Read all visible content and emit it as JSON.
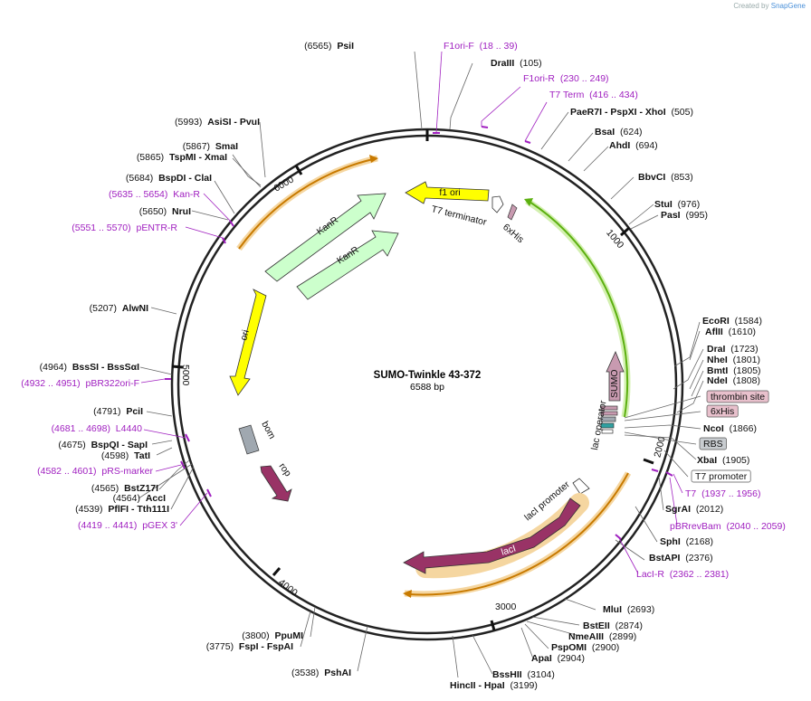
{
  "credit": {
    "prefix": "Created by",
    "brand": "SnapGene"
  },
  "plasmid": {
    "name": "SUMO-Twinkle 43-372",
    "length": "6588 bp"
  },
  "ticks": [
    "1000",
    "2000",
    "3000",
    "4000",
    "5000",
    "6000"
  ],
  "features": {
    "f1ori": "f1 ori",
    "t7term": "T7 terminator",
    "his": "6xHis",
    "kanr1": "KanR",
    "kanr2": "KanR",
    "ori": "ori",
    "bom": "bom",
    "rop": "rop",
    "sumo": "SUMO",
    "lacop": "lac operator",
    "lacprom": "lacI promoter",
    "laci": "lacI"
  },
  "labels": [
    {
      "id": "psi",
      "a": "(6565)",
      "b": "PsiI"
    },
    {
      "id": "f1orif",
      "p": "F1ori-F",
      "q": "(18 .. 39)"
    },
    {
      "id": "draiii",
      "b": "DraIII",
      "a": "(105)"
    },
    {
      "id": "f1orir",
      "p": "F1ori-R",
      "q": "(230 .. 249)"
    },
    {
      "id": "t7term",
      "p": "T7 Term",
      "q": "(416 .. 434)"
    },
    {
      "id": "paer7i",
      "b": "PaeR7I - PspXI - XhoI",
      "a": "(505)"
    },
    {
      "id": "bsai",
      "b": "BsaI",
      "a": "(624)"
    },
    {
      "id": "ahdi",
      "b": "AhdI",
      "a": "(694)"
    },
    {
      "id": "bbvci",
      "b": "BbvCI",
      "a": "(853)"
    },
    {
      "id": "stui",
      "b": "StuI",
      "a": "(976)"
    },
    {
      "id": "pasi",
      "b": "PasI",
      "a": "(995)"
    },
    {
      "id": "ecori",
      "b": "EcoRI",
      "a": "(1584)"
    },
    {
      "id": "aflii",
      "b": "AflII",
      "a": "(1610)"
    },
    {
      "id": "drai",
      "b": "DraI",
      "a": "(1723)"
    },
    {
      "id": "nhei",
      "b": "NheI",
      "a": "(1801)"
    },
    {
      "id": "bmti",
      "b": "BmtI",
      "a": "(1805)"
    },
    {
      "id": "ndei",
      "b": "NdeI",
      "a": "(1808)"
    },
    {
      "id": "thrombin",
      "f": "thrombin site"
    },
    {
      "id": "his6",
      "f": "6xHis"
    },
    {
      "id": "ncoi",
      "b": "NcoI",
      "a": "(1866)"
    },
    {
      "id": "rbs",
      "f": "RBS"
    },
    {
      "id": "xbai",
      "b": "XbaI",
      "a": "(1905)"
    },
    {
      "id": "t7prom",
      "f": "T7 promoter"
    },
    {
      "id": "t7",
      "p": "T7",
      "q": "(1937 .. 1956)"
    },
    {
      "id": "sgrai",
      "b": "SgrAI",
      "a": "(2012)"
    },
    {
      "id": "pbrrev",
      "p": "pBRrevBam",
      "q": "(2040 .. 2059)"
    },
    {
      "id": "sphi",
      "b": "SphI",
      "a": "(2168)"
    },
    {
      "id": "bstapi",
      "b": "BstAPI",
      "a": "(2376)"
    },
    {
      "id": "lacir",
      "p": "LacI-R",
      "q": "(2362 .. 2381)"
    },
    {
      "id": "mlui",
      "b": "MluI",
      "a": "(2693)"
    },
    {
      "id": "bsteii",
      "b": "BstEII",
      "a": "(2874)"
    },
    {
      "id": "nmeaiii",
      "b": "NmeAIII",
      "a": "(2899)"
    },
    {
      "id": "pspomi",
      "b": "PspOMI",
      "a": "(2900)"
    },
    {
      "id": "apai",
      "b": "ApaI",
      "a": "(2904)"
    },
    {
      "id": "bsshii",
      "b": "BssHII",
      "a": "(3104)"
    },
    {
      "id": "hincii",
      "b": "HincII - HpaI",
      "a": "(3199)"
    },
    {
      "id": "pshai",
      "a": "(3538)",
      "b": "PshAI"
    },
    {
      "id": "ppumi",
      "a": "(3800)",
      "b": "PpuMI"
    },
    {
      "id": "fspi",
      "a": "(3775)",
      "b": "FspI - FspAI"
    },
    {
      "id": "pgex",
      "q": "(4419 .. 4441)",
      "p": "pGEX 3'"
    },
    {
      "id": "pflfi",
      "a": "(4539)",
      "b": "PflFI - Tth111I"
    },
    {
      "id": "acci",
      "a": "(4564)",
      "b": "AccI"
    },
    {
      "id": "bstz17i",
      "a": "(4565)",
      "b": "BstZ17I"
    },
    {
      "id": "prsmarker",
      "q": "(4582 .. 4601)",
      "p": "pRS-marker"
    },
    {
      "id": "tati",
      "a": "(4598)",
      "b": "TatI"
    },
    {
      "id": "bspqi",
      "a": "(4675)",
      "b": "BspQI - SapI"
    },
    {
      "id": "l4440",
      "q": "(4681 .. 4698)",
      "p": "L4440"
    },
    {
      "id": "pcii",
      "a": "(4791)",
      "b": "PciI"
    },
    {
      "id": "pbr322",
      "q": "(4932 .. 4951)",
      "p": "pBR322ori-F"
    },
    {
      "id": "bsssi",
      "a": "(4964)",
      "b": "BssSI - BssSαI"
    },
    {
      "id": "alwni",
      "a": "(5207)",
      "b": "AlwNI"
    },
    {
      "id": "pentr",
      "q": "(5551 .. 5570)",
      "p": "pENTR-R"
    },
    {
      "id": "nrui",
      "a": "(5650)",
      "b": "NruI"
    },
    {
      "id": "kanr",
      "q": "(5635 .. 5654)",
      "p": "Kan-R"
    },
    {
      "id": "bspdi",
      "a": "(5684)",
      "b": "BspDI - ClaI"
    },
    {
      "id": "tspmi",
      "a": "(5865)",
      "b": "TspMI - XmaI"
    },
    {
      "id": "smai",
      "a": "(5867)",
      "b": "SmaI"
    },
    {
      "id": "asisi",
      "a": "(5993)",
      "b": "AsiSI - PvuI"
    }
  ]
}
